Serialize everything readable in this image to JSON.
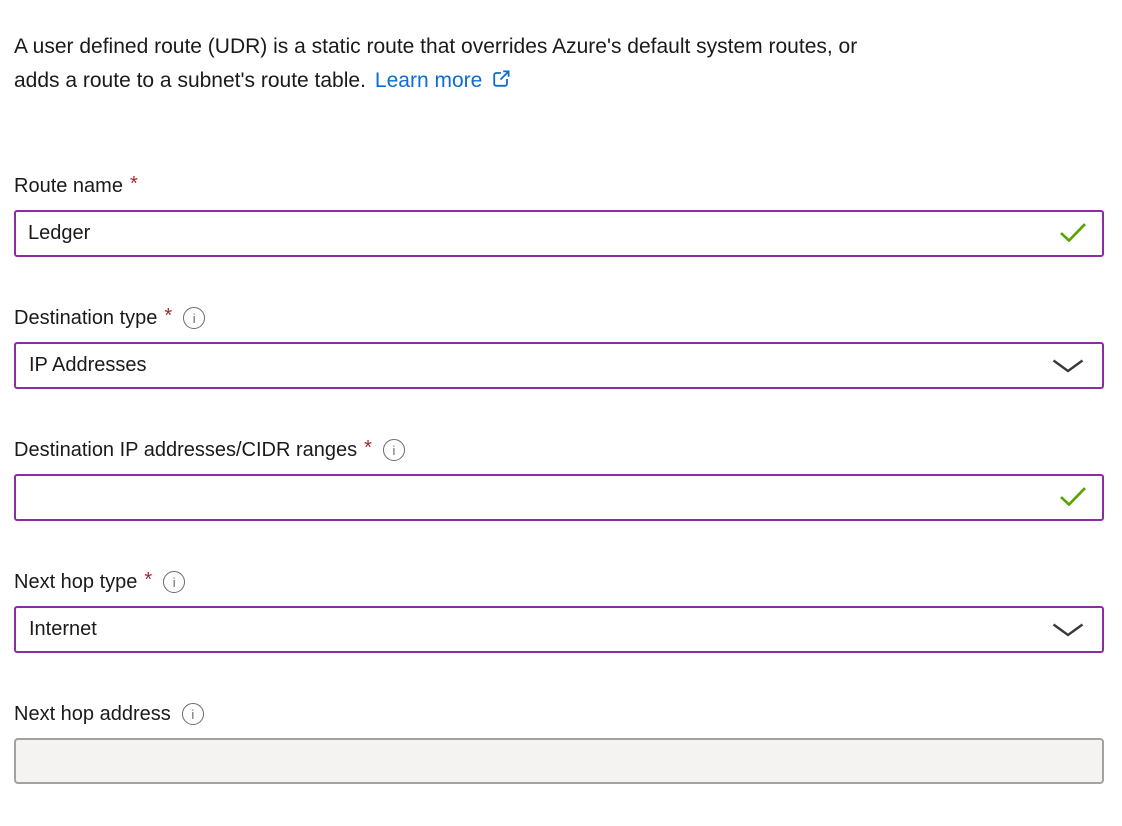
{
  "description": {
    "line1": "A user defined route (UDR) is a static route that overrides Azure's default system routes, or",
    "line2": "adds a route to a subnet's route table.",
    "link_label": "Learn more"
  },
  "required_marker": "*",
  "info_glyph": "i",
  "fields": {
    "route_name": {
      "label": "Route name",
      "value": "Ledger",
      "required": true,
      "valid": true
    },
    "destination_type": {
      "label": "Destination type",
      "value": "IP Addresses",
      "required": true,
      "has_info": true
    },
    "destination_ip": {
      "label": "Destination IP addresses/CIDR ranges",
      "value": "",
      "required": true,
      "has_info": true,
      "valid": true
    },
    "next_hop_type": {
      "label": "Next hop type",
      "value": "Internet",
      "required": true,
      "has_info": true
    },
    "next_hop_address": {
      "label": "Next hop address",
      "value": "",
      "required": false,
      "has_info": true,
      "disabled": true
    }
  },
  "colors": {
    "accent_border": "#8a2da2",
    "success_green": "#57a300",
    "required_red": "#a4262c",
    "link_blue": "#0c6dd3",
    "text": "#1b1a19",
    "info_gray": "#6b6a69",
    "disabled_bg": "#f4f3f2",
    "disabled_border": "#a4a2a0"
  }
}
